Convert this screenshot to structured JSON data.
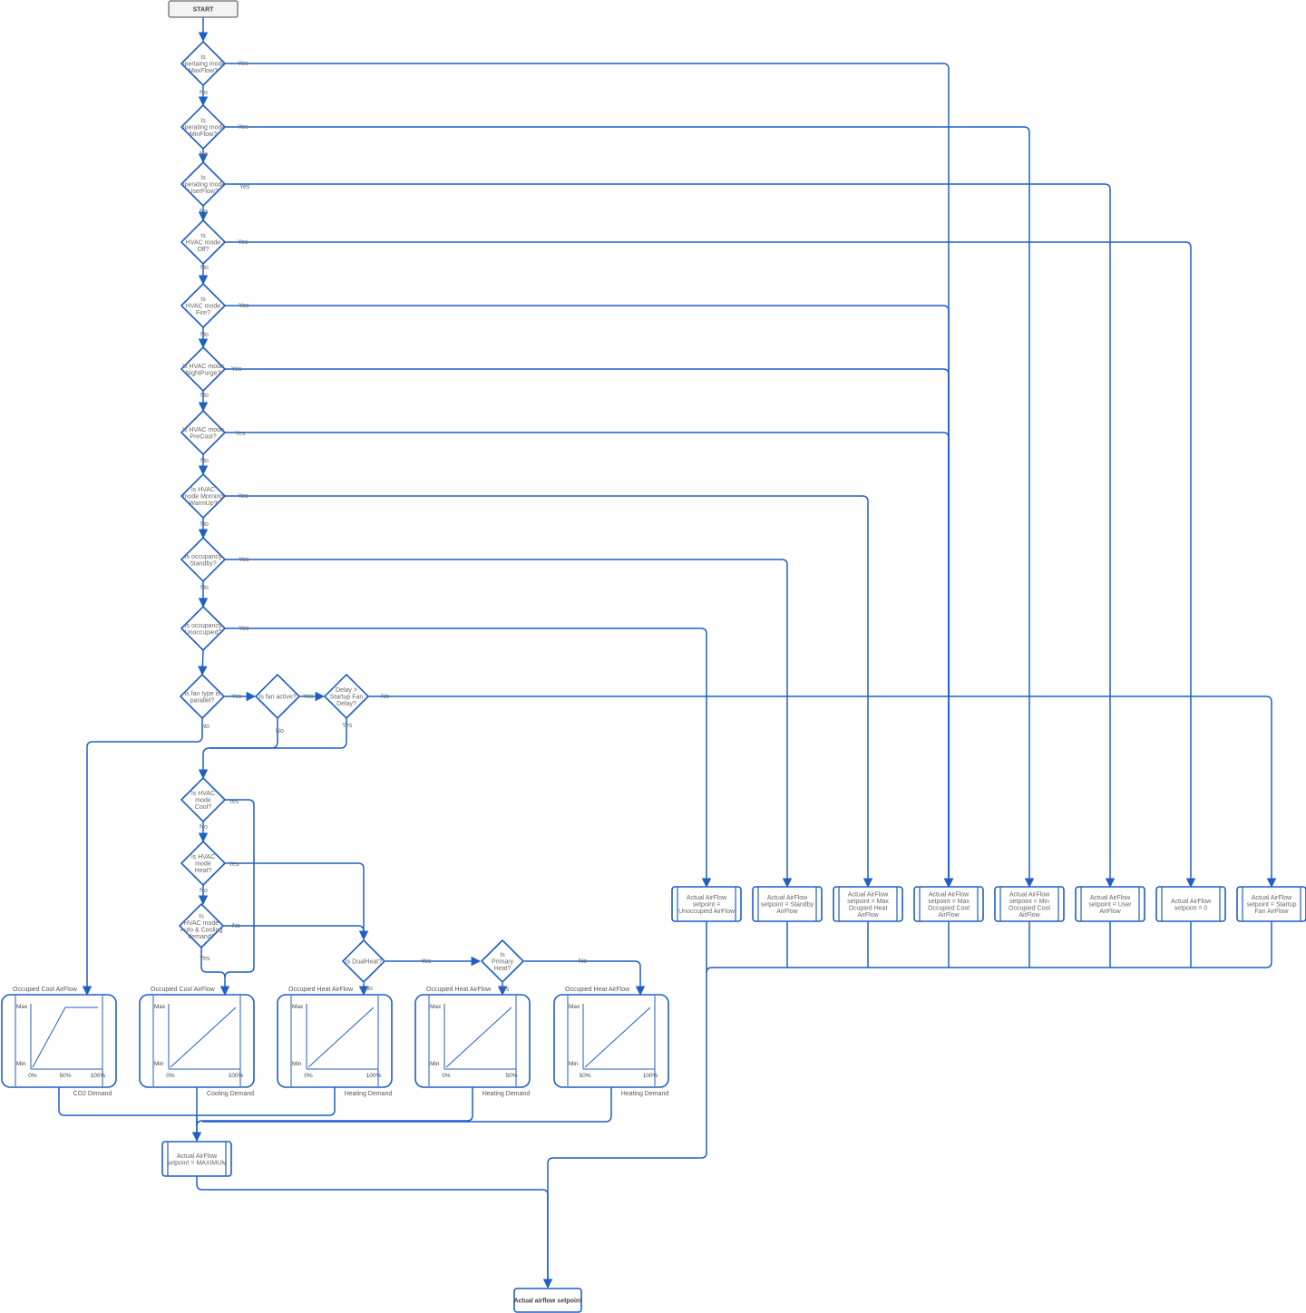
{
  "colors": {
    "stroke": "#1f5fc7",
    "text": "#666666",
    "start_fill": "#f3f3f3"
  },
  "nodes": {
    "start": "START",
    "d1": [
      "Is",
      "opertaing mode",
      "MaxFlow?"
    ],
    "d2": [
      "Is",
      "operating mode",
      "MinFlow?"
    ],
    "d3": [
      "Is",
      "operating mode",
      "UserFlow?"
    ],
    "d4": [
      "Is",
      "HVAC mode",
      "Off?"
    ],
    "d5": [
      "Is",
      "HVAC mode",
      "Fire?"
    ],
    "d6": [
      "Is HVAC mode",
      "NightPurge?"
    ],
    "d7": [
      "Is HVAC mode",
      "PreCool?"
    ],
    "d8": [
      "Is HVAC",
      "mode Morning",
      "WarmUp?"
    ],
    "d9": [
      "Is occupancy",
      "Standby?"
    ],
    "d10": [
      "Is occupancy",
      "Unoccupied?"
    ],
    "d11": [
      "Is fan type is",
      "parallel?"
    ],
    "d12": [
      "Is fan active?"
    ],
    "d13": [
      "Delay >",
      "Startup Fan",
      "Delay?"
    ],
    "d14": [
      "Is HVAC",
      "mode",
      "Cool?"
    ],
    "d15": [
      "Is HVAC",
      "mode",
      "Heat?"
    ],
    "d16": [
      "Is",
      "HVAC mode",
      "Auto & Cooling",
      "demand?"
    ],
    "d17": [
      "Is DualHeat?"
    ],
    "d18": [
      "Is",
      "Primary",
      "Heat?"
    ],
    "p1": [
      "Actual AirFlow",
      "setpoint =",
      "Unoccupied AirFlow"
    ],
    "p2": [
      "Actual AirFlow",
      "setpoint = Standby",
      "AirFlow"
    ],
    "p3": [
      "Actual AirFlow",
      "setpoint = Max",
      "Ocupied Heat",
      "AirFlow"
    ],
    "p4": [
      "Actual AirFlow",
      "setpoint = Max",
      "Occupied Cool",
      "AirFlow"
    ],
    "p5": [
      "Actual AirFlow",
      "setpoint = Min",
      "Occupied Cool",
      "AirFlow"
    ],
    "p6": [
      "Actual AirFlow",
      "setpoint = User",
      "AirFlow"
    ],
    "p7": [
      "Actual AirFlow",
      "setpoint = 0"
    ],
    "p8": [
      "Actual AirFlow",
      "setpoint = Startup",
      "Fan AirFlow"
    ],
    "pmax": [
      "Actual AirFlow",
      "setpoint = MAXIMUM"
    ],
    "end": "Actual airflow setpoint"
  },
  "labels": {
    "yes": "Yes",
    "no": "No"
  },
  "charts": [
    {
      "title": "Occupied Cool AirFlow",
      "ymax_label": "Max",
      "ymin_label": "Min",
      "ticks": [
        "0%",
        "50%",
        "100%"
      ],
      "xlabel": "CO2 Demand",
      "curve": [
        [
          0,
          0
        ],
        [
          50,
          1
        ],
        [
          100,
          1
        ]
      ]
    },
    {
      "title": "Occupied Cool AirFlow",
      "ymax_label": "Max",
      "ymin_label": "Min",
      "ticks": [
        "0%",
        "100%"
      ],
      "xlabel": "Cooling Demand",
      "curve": [
        [
          0,
          0
        ],
        [
          100,
          1
        ]
      ]
    },
    {
      "title": "Occupied Heat AirFlow",
      "ymax_label": "Max",
      "ymin_label": "Min",
      "ticks": [
        "0%",
        "100%"
      ],
      "xlabel": "Heating Demand",
      "curve": [
        [
          0,
          0
        ],
        [
          100,
          1
        ]
      ]
    },
    {
      "title": "Occupied Heat AirFlow",
      "ymax_label": "Max",
      "ymin_label": "Min",
      "ticks": [
        "0%",
        "50%"
      ],
      "xlabel": "Heating Demand",
      "curve": [
        [
          0,
          0
        ],
        [
          50,
          1
        ]
      ]
    },
    {
      "title": "Occupied Heat AirFlow",
      "ymax_label": "Max",
      "ymin_label": "Min",
      "ticks": [
        "50%",
        "100%"
      ],
      "xlabel": "Heating Demand",
      "curve": [
        [
          50,
          0
        ],
        [
          100,
          1
        ]
      ]
    }
  ]
}
